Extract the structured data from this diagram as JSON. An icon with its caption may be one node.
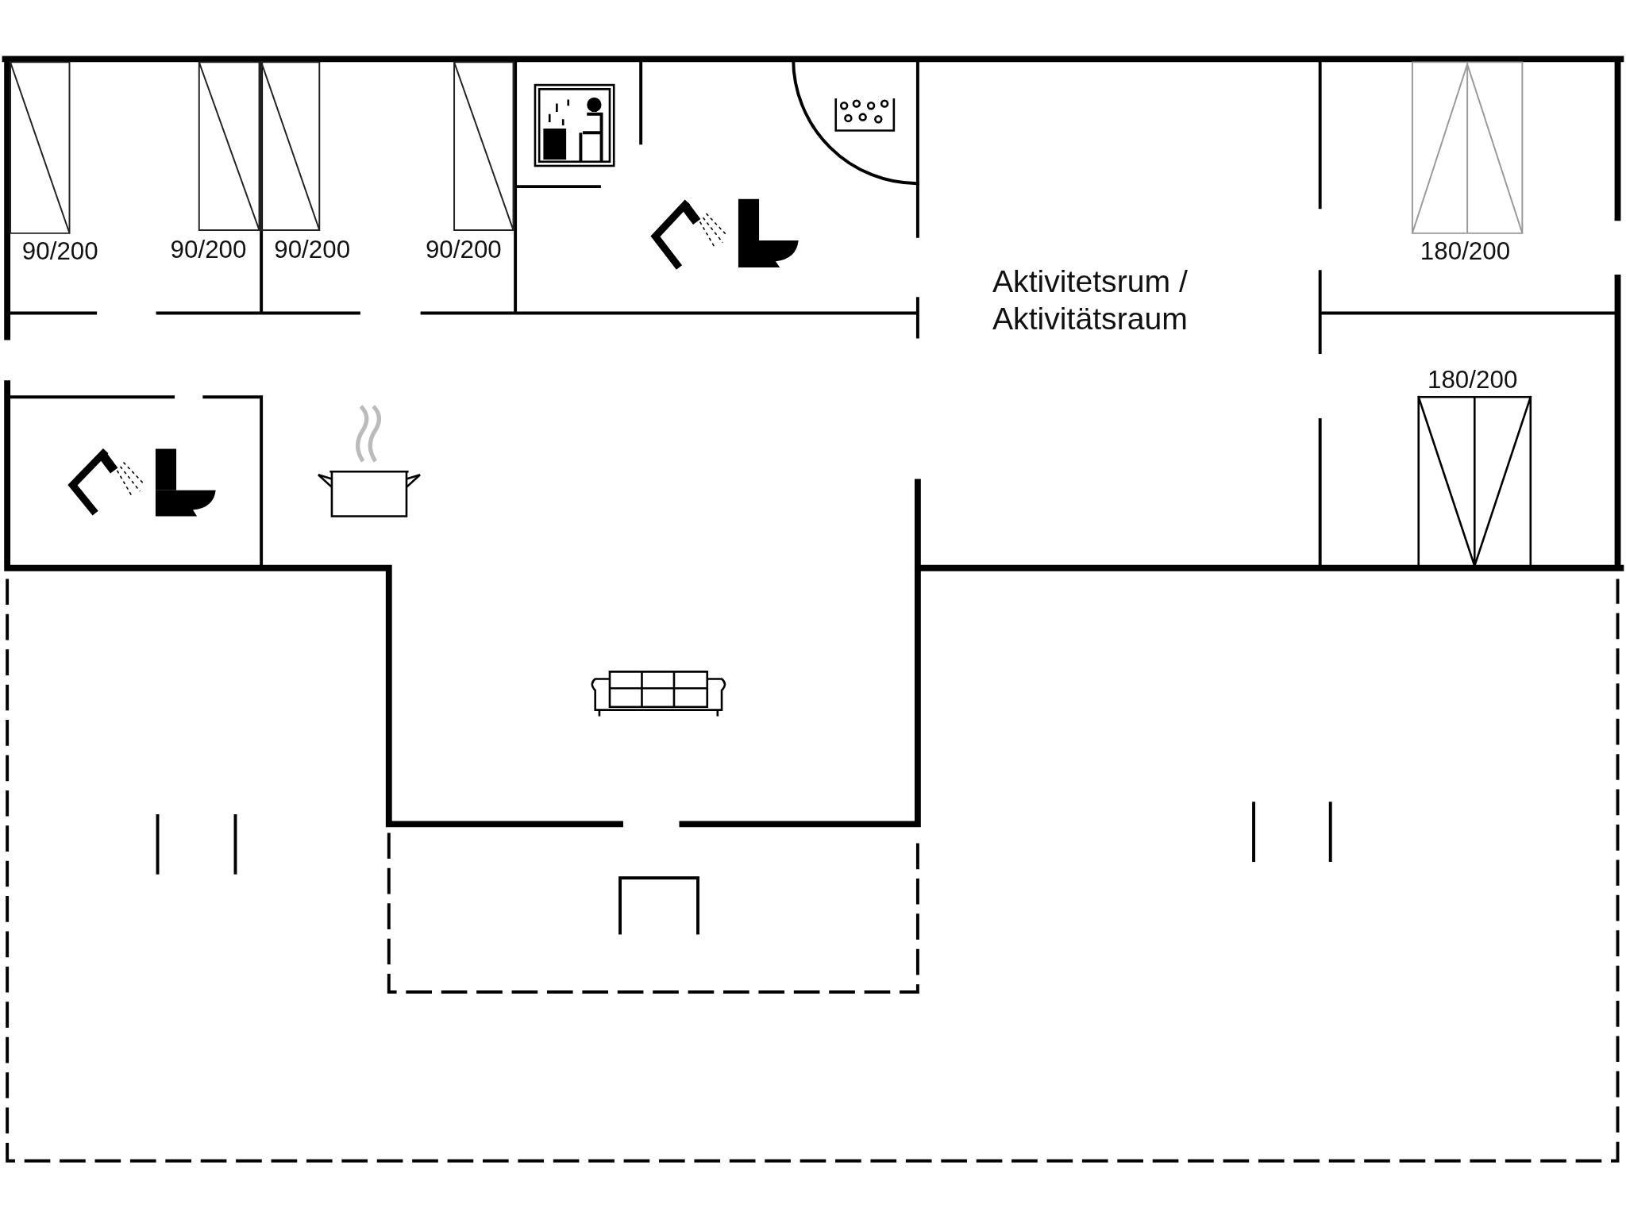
{
  "diagram": {
    "labels": [
      "90/200",
      "90/200",
      "90/200",
      "90/200",
      "180/200",
      "Aktivitetsrum / Aktivitätsraum",
      "180/200"
    ]
  }
}
